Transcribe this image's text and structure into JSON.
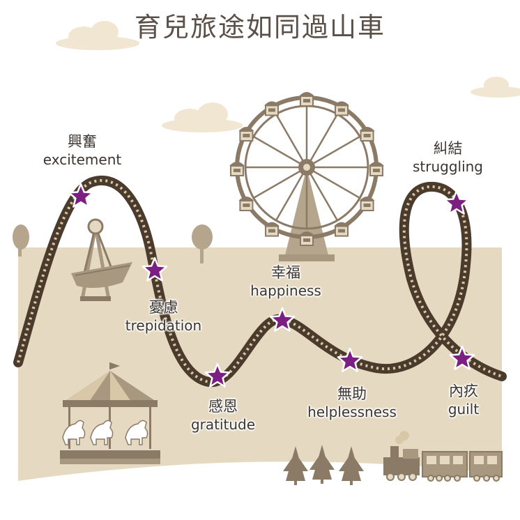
{
  "title": "育兒旅途如同過山車",
  "colors": {
    "sky": "#ffffff",
    "ground": "#e6d9c1",
    "ground_dark": "#d9c8a8",
    "cloud": "#f1e6d2",
    "track": "#4a3b2c",
    "track_rail": "#d8c7a6",
    "ferris": "#8a7a66",
    "ferris_light": "#b5a58d",
    "star": "#7b1f82",
    "star_stroke": "#ffffff"
  },
  "emotions": [
    {
      "zh": "興奮",
      "en": "excitement"
    },
    {
      "zh": "憂慮",
      "en": "trepidation"
    },
    {
      "zh": "感恩",
      "en": "gratitude"
    },
    {
      "zh": "幸福",
      "en": "happiness"
    },
    {
      "zh": "無助",
      "en": "helplessness"
    },
    {
      "zh": "糾結",
      "en": "struggling"
    },
    {
      "zh": "內疚",
      "en": "guilt"
    }
  ],
  "icons": [
    "ferris-wheel-icon",
    "pirate-ship-icon",
    "carousel-icon",
    "train-icon",
    "tree-icon",
    "cloud-icon",
    "star-icon"
  ]
}
